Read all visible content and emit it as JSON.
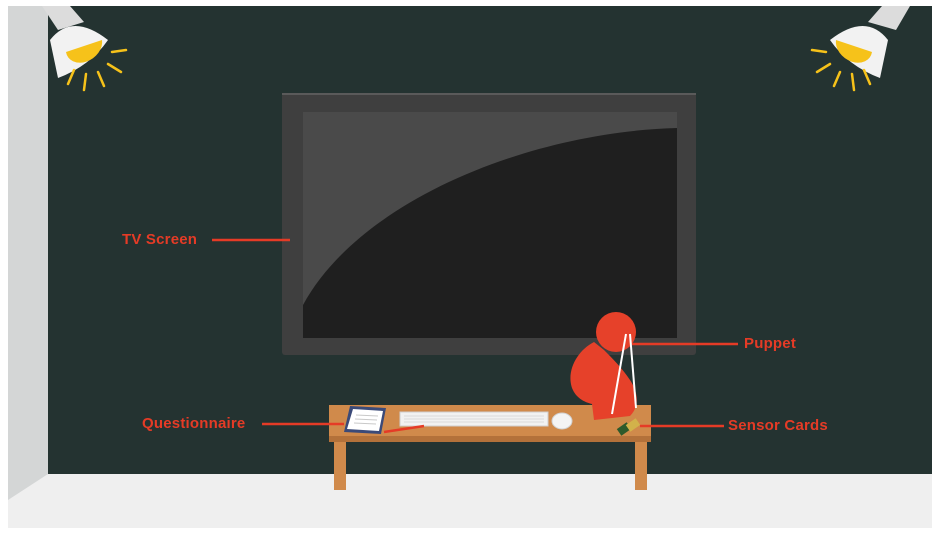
{
  "colors": {
    "wall": "#243331",
    "floor": "#efefef",
    "side_wall": "#d4d6d6",
    "tv_frame": "#3f3f3f",
    "tv_screen": "#1f1f1f",
    "tv_glare": "#4a4a4a",
    "desk": "#d08a4b",
    "desk_edge": "#b3713a",
    "puppet": "#e6412a",
    "label": "#e53b26",
    "lamp_housing": "#f2f2f2",
    "lamp_bulb": "#f6c21a",
    "lamp_rays": "#f6c21a"
  },
  "labels": {
    "tv_screen": "TV Screen",
    "puppet": "Puppet",
    "questionnaire": "Questionnaire",
    "sensor_cards": "Sensor Cards"
  },
  "icons": [
    "spotlight-left-icon",
    "spotlight-right-icon"
  ]
}
